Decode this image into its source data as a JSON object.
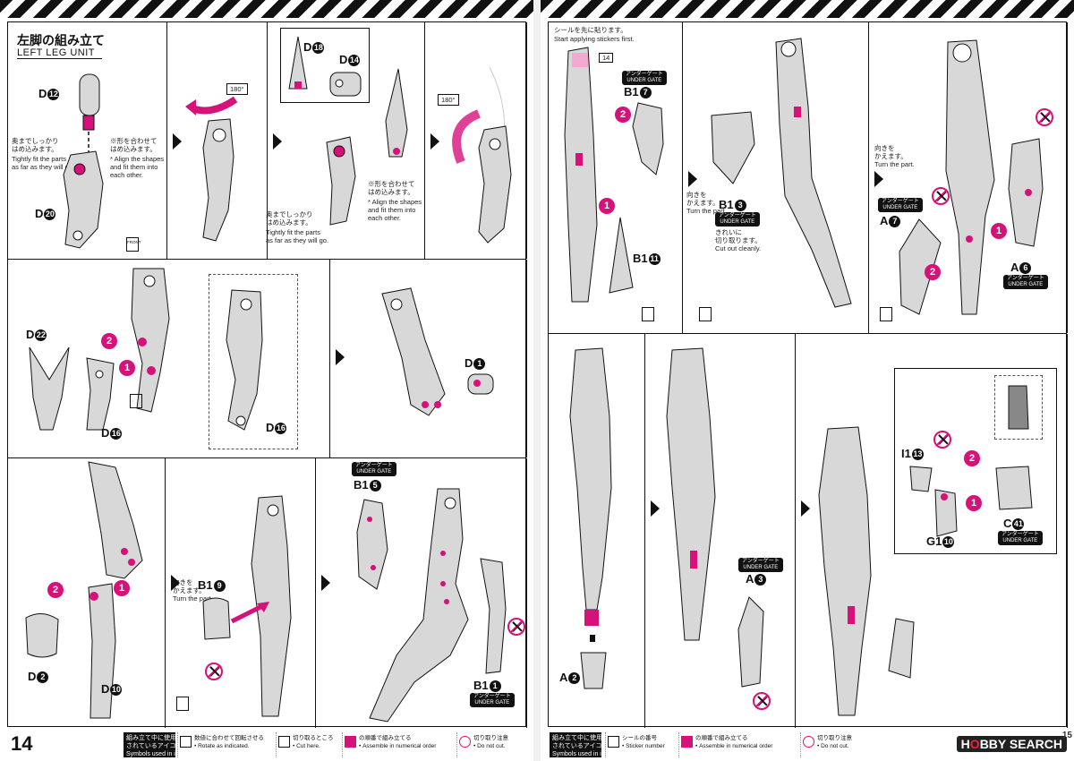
{
  "colors": {
    "accent": "#d6117a",
    "ink": "#111111",
    "part": "#d8d8d8"
  },
  "left_page": {
    "title_jp": "左脚の組み立て",
    "title_en": "LEFT LEG UNIT",
    "page_number": "14",
    "step1": {
      "part_top": {
        "letter": "D",
        "num": "12"
      },
      "part_bottom": {
        "letter": "D",
        "num": "20"
      },
      "note_jp": "奥までしっかり\nはめ込みます。",
      "note_en": "Tightly fit the parts\nas far as they will go.",
      "align_jp": "※形を合わせて\nはめ込みます。",
      "align_en": "* Align the shapes\nand fit them into\neach other.",
      "front_icon_label": "FRONT"
    },
    "step2": {
      "rotate_label": "180°"
    },
    "step3": {
      "part_a": {
        "letter": "D",
        "num": "18"
      },
      "part_b": {
        "letter": "D",
        "num": "14"
      },
      "align_jp": "※形を合わせて\nはめ込みます。",
      "align_en": "* Align the shapes\nand fit them into\neach other.",
      "note_jp": "奥までしっかり\nはめ込みます。",
      "note_en": "Tightly fit the parts\nas far as they will go."
    },
    "step4": {
      "rotate_label": "180°"
    },
    "row2": {
      "part_a": {
        "letter": "D",
        "num": "22"
      },
      "part_b": {
        "letter": "D",
        "num": "16"
      },
      "part_c": {
        "letter": "D",
        "num": "16"
      },
      "part_d": {
        "letter": "D",
        "num": "1"
      },
      "order_1": "1",
      "order_2": "2"
    },
    "row3": {
      "part_a": {
        "letter": "D",
        "num": "2"
      },
      "part_b": {
        "letter": "D",
        "num": "10"
      },
      "turn_jp": "向きを\nかえます。",
      "turn_en": "Turn the part.",
      "part_c": {
        "letter": "B1",
        "num": "9"
      },
      "part_d": {
        "letter": "B1",
        "num": "5"
      },
      "part_e": {
        "letter": "B1",
        "num": "1"
      },
      "under_gate": "アンダーゲート\nUNDER GATE",
      "order_1": "1",
      "order_2": "2"
    },
    "legend": {
      "box": "組み立て中に使用\nされているアイコン\nSymbols used in instructions",
      "items": [
        "数値に合わせて回転させる\n• Rotate as indicated.",
        "切り取るところ\n• Cut here.",
        "の順番で組み立てる\n• Assemble in numerical order",
        "切り取り注意\n• Do not cut."
      ]
    }
  },
  "right_page": {
    "page_number": "15",
    "sticker_jp": "シールを先に貼ります。",
    "sticker_en": "Start applying stickers first.",
    "sticker_num": "14",
    "row1": {
      "part_a": {
        "letter": "B1",
        "num": "7"
      },
      "part_b": {
        "letter": "B1",
        "num": "11"
      },
      "part_c": {
        "letter": "B1",
        "num": "3"
      },
      "under_gate": "アンダーゲート\nUNDER GATE",
      "cut_jp": "きれいに\n切り取ります。",
      "cut_en": "Cut out cleanly.",
      "turn_jp": "向きを\nかえます。",
      "turn_en": "Turn the part.",
      "part_d": {
        "letter": "A",
        "num": "7"
      },
      "part_e": {
        "letter": "A",
        "num": "6"
      },
      "order_1": "1",
      "order_2": "2"
    },
    "row2": {
      "part_a": {
        "letter": "A",
        "num": "2"
      },
      "part_b": {
        "letter": "A",
        "num": "3"
      },
      "part_c": {
        "letter": "I1",
        "num": "13"
      },
      "part_d": {
        "letter": "G1",
        "num": "10"
      },
      "part_e": {
        "letter": "C",
        "num": "41"
      },
      "under_gate": "アンダーゲート\nUNDER GATE",
      "order_1": "1",
      "order_2": "2"
    },
    "legend": {
      "box": "組み立て中に使用\nされているアイコン\nSymbols used in instructions",
      "items": [
        "シールの番号\n• Sticker number",
        "の順番で組み立てる\n• Assemble in numerical order",
        "切り取り注意\n• Do not cut."
      ]
    },
    "logo": {
      "a": "H",
      "b": "BBY SEARCH",
      "o": "O"
    }
  }
}
